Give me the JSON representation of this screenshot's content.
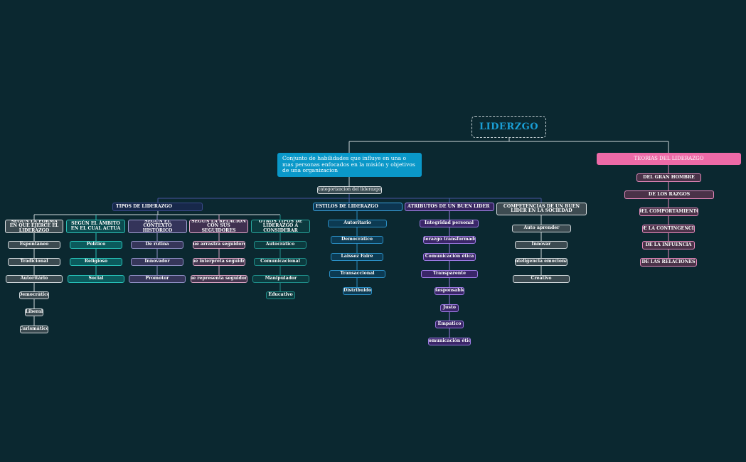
{
  "root": "LIDERZGO",
  "definition": "Conjunto de habilidades que influye en una o mas personas enfocados en la misión y objetivos de una organizacion",
  "categorization": "categorizacion del liderazgo",
  "teorias": {
    "title": "TEORIAS DEL LIDERAZGO",
    "items": [
      "DEL GRAN HOMBRE",
      "DE LOS RAZGOS",
      "DEL  COMPORTAMIENTO",
      "DE LA CONTINGENCIA",
      "DE LA INFUENCIA",
      "DE LAS RELACIONES"
    ]
  },
  "tipos": {
    "title": "TIPOS DE LIDERAZGO",
    "groups": [
      {
        "title": "SEGÚN LA FORMA EN QUE EJERCE EL LIDERAZGO",
        "items": [
          "Espontáneo",
          "Tradicional",
          "Autoritário",
          "Democrático",
          "Liberal",
          "Carismático"
        ]
      },
      {
        "title": "SEGÚN EL ÁMBITO EN EL CUAL ACTUA",
        "items": [
          "Político",
          "Religioso",
          "Social"
        ]
      },
      {
        "title": "SEGÚN EL CONTEXTO HISTÓRICO",
        "items": [
          "De rutina",
          "Innovador",
          "Promotor"
        ]
      },
      {
        "title": "SEGÚN LA RELACIÓN CON SUS SEGUIDORES",
        "items": [
          "Que arrastra seguidores",
          "Que interpreta seguidres",
          "Que representa seguidores"
        ]
      },
      {
        "title": "OTROS TIPOS DE LIDERAZGO A CONSIDERAR",
        "items": [
          "Autocrático",
          "Comunicacional",
          "Manipulador",
          "Educativo"
        ]
      }
    ]
  },
  "estilos": {
    "title": "ESTILOS DE LIDERAZGO",
    "items": [
      "Autoritario",
      "Democrático",
      "Laissez Faire",
      "Transaccional",
      "Distribuido"
    ]
  },
  "atributos": {
    "title": "ATRIBUTOS DE UN BUEN LIDER",
    "items": [
      "Integridad personal",
      "liderazgo transformador",
      "Comunicación ética",
      "Transparente",
      "Responsable",
      "Justo",
      "Empatico",
      "Comunicación ética"
    ]
  },
  "competencias": {
    "title": "COMPETENCIAS DE UN BUEN LIDER EN LA SOCIEDAD",
    "items": [
      "Auto aprender",
      "Innovar",
      "Inteligencia emocional",
      "Creativo"
    ]
  },
  "colors": {
    "background": "#0b2830",
    "root_text": "#1a9fd6",
    "definition": "#0a98c9",
    "teorias": "#ee6aa7"
  }
}
